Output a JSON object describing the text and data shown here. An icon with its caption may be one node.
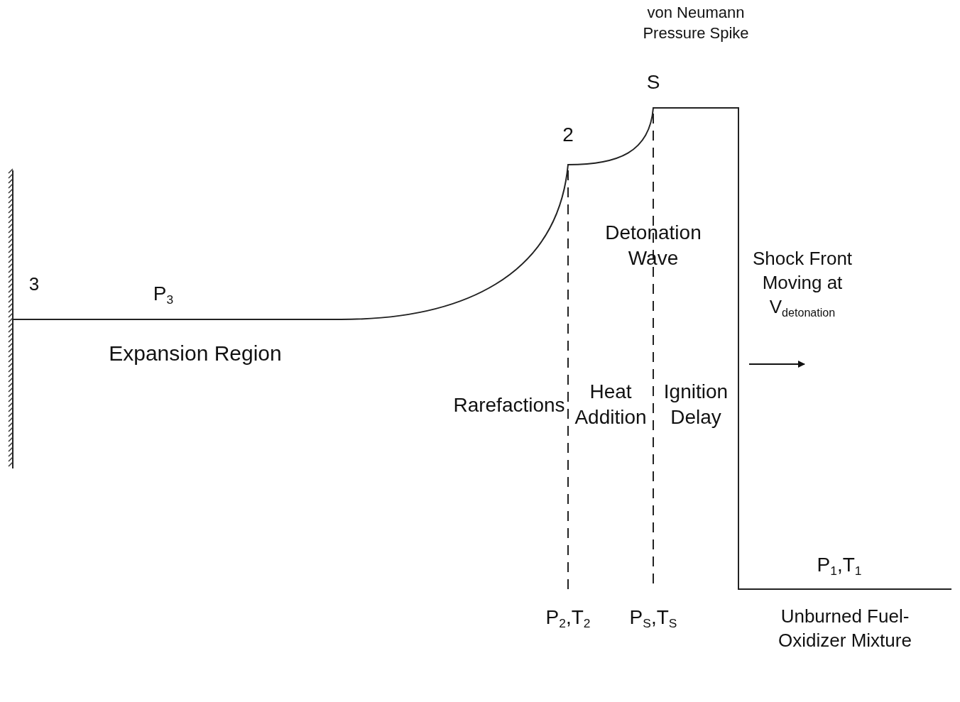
{
  "diagram": {
    "labels": [
      "von Neumann Pressure Spike",
      "S",
      "2",
      "Detonation Wave",
      "Shock Front Moving at V$_{detonation}$",
      "3",
      "P$_{3}$",
      "Expansion Region",
      "Rarefactions",
      "Heat Addition",
      "Ignition Delay",
      "P$_{1}$,T$_{1}$",
      "P$_{2}$,T$_{2}$",
      "P$_{S}$,T$_{S}$",
      "Unburned Fuel-Oxidizer Mixture"
    ]
  }
}
